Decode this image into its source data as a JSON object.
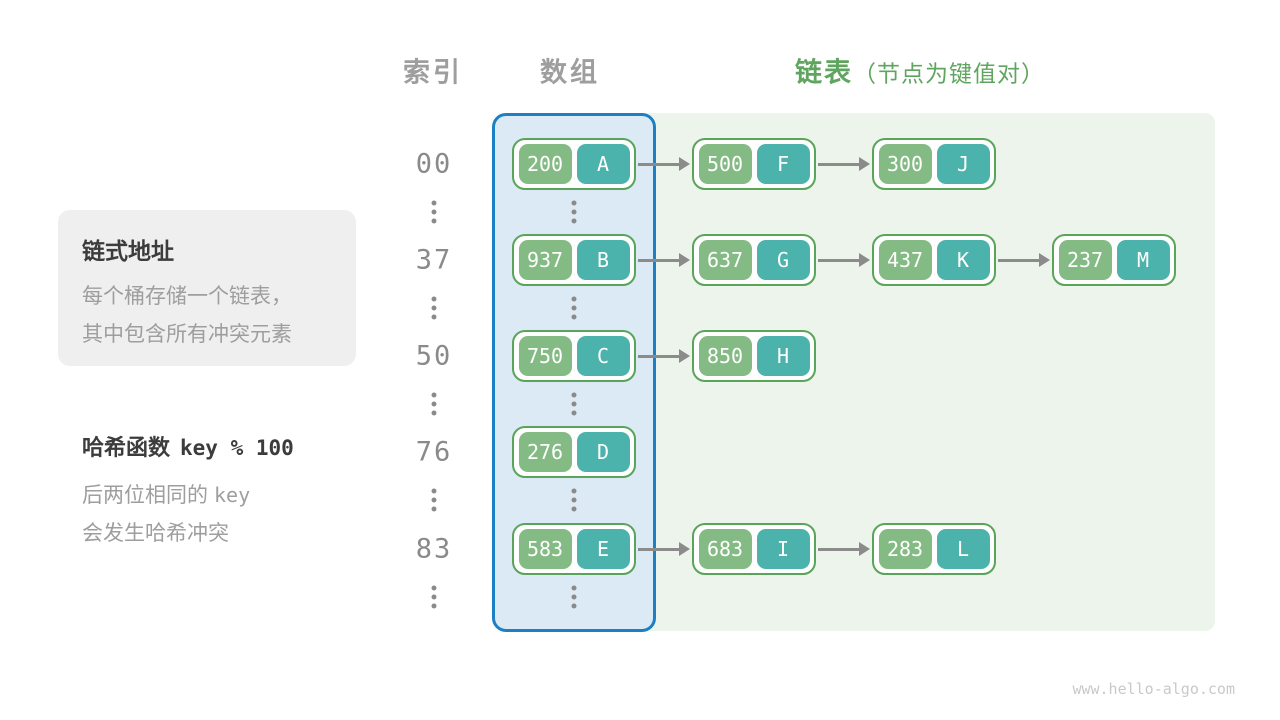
{
  "headers": {
    "index_col": "索引",
    "array_col": "数组",
    "list_col": "链表",
    "list_col_note": "（节点为键值对）"
  },
  "info_box": {
    "title": "链式地址",
    "line1": "每个桶存储一个链表，",
    "line2": "其中包含所有冲突元素"
  },
  "hash_note": {
    "title_prefix": "哈希函数",
    "title_code": "key % 100",
    "line1_prefix": "后两位相同的",
    "line1_code": "key",
    "line2": "会发生哈希冲突"
  },
  "watermark": "www.hello-algo.com",
  "colors": {
    "key_cell": "#84BA84",
    "value_cell": "#4BB2AC",
    "node_border": "#5AA45A",
    "array_fill": "#DCEAF5",
    "array_border": "#1E80C4",
    "chain_fill": "#EDF4EC",
    "header_gray": "#9E9E9E",
    "header_green": "#5FA55F",
    "arrow": "#8B8B8B"
  },
  "hash_table": {
    "rows": [
      {
        "index": "00",
        "bucket": {
          "key": "200",
          "value": "A"
        },
        "chain": [
          {
            "key": "500",
            "value": "F"
          },
          {
            "key": "300",
            "value": "J"
          }
        ]
      },
      {
        "index": "37",
        "bucket": {
          "key": "937",
          "value": "B"
        },
        "chain": [
          {
            "key": "637",
            "value": "G"
          },
          {
            "key": "437",
            "value": "K"
          },
          {
            "key": "237",
            "value": "M"
          }
        ]
      },
      {
        "index": "50",
        "bucket": {
          "key": "750",
          "value": "C"
        },
        "chain": [
          {
            "key": "850",
            "value": "H"
          }
        ]
      },
      {
        "index": "76",
        "bucket": {
          "key": "276",
          "value": "D"
        },
        "chain": []
      },
      {
        "index": "83",
        "bucket": {
          "key": "583",
          "value": "E"
        },
        "chain": [
          {
            "key": "683",
            "value": "I"
          },
          {
            "key": "283",
            "value": "L"
          }
        ]
      }
    ]
  }
}
